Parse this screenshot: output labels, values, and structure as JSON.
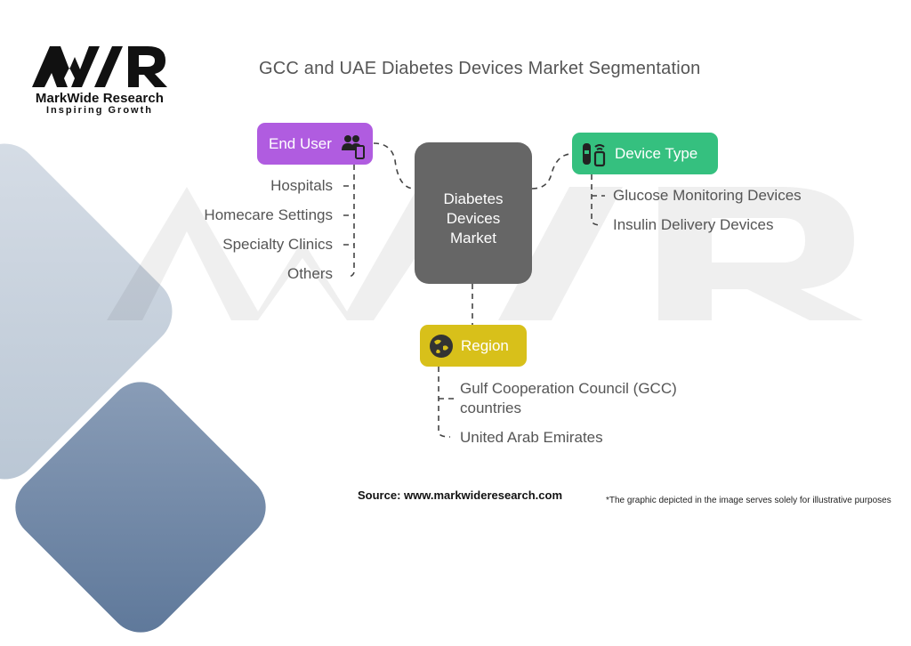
{
  "brand": {
    "logo_mark": "MWR",
    "name": "MarkWide Research",
    "tagline": "Inspiring Growth"
  },
  "title": "GCC and UAE Diabetes Devices Market Segmentation",
  "center_node": {
    "label_lines": [
      "Diabetes",
      "Devices",
      "Market"
    ],
    "color": "#666666"
  },
  "segments": [
    {
      "label": "End User",
      "icon": "users-device-icon",
      "color": "#b05ce0",
      "items": [
        "Hospitals",
        "Homecare Settings",
        "Specialty Clinics",
        "Others"
      ]
    },
    {
      "label": "Device Type",
      "icon": "glucose-devices-icon",
      "color": "#35c07f",
      "items": [
        "Glucose Monitoring Devices",
        "Insulin Delivery Devices"
      ]
    },
    {
      "label": "Region",
      "icon": "globe-icon",
      "color": "#d8c01a",
      "items": [
        "Gulf Cooperation Council (GCC)",
        "countries",
        "United Arab Emirates"
      ]
    }
  ],
  "footer": {
    "source": "Source: www.markwideresearch.com",
    "disclaimer": "*The graphic depicted in the image serves solely for illustrative purposes"
  }
}
